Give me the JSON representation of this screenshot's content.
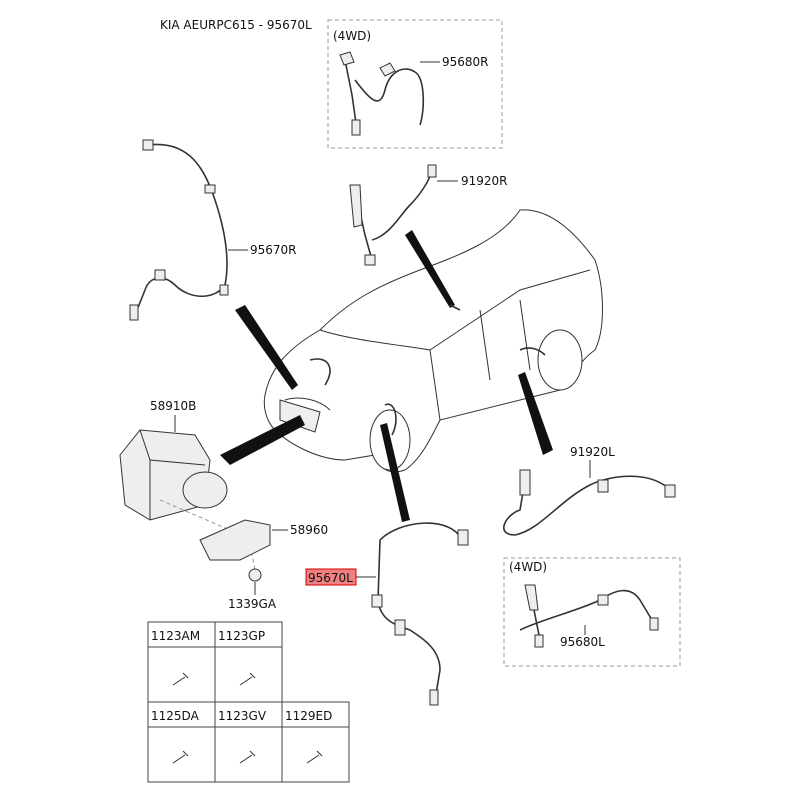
{
  "title": "KIA AEURPC615 - 95670L",
  "labels": {
    "rear_right_4wd_tag": "(4WD)",
    "p95680R": "95680R",
    "p91920R": "91920R",
    "p95670R": "95670R",
    "p58910B": "58910B",
    "p58960": "58960",
    "p1339GA": "1339GA",
    "p95670L": "95670L",
    "p91920L": "91920L",
    "rear_left_4wd_tag": "(4WD)",
    "p95680L": "95680L"
  },
  "highlighted_part": "95670L",
  "highlight_color": "#f08080",
  "fastener_table": {
    "row1": [
      "1123AM",
      "1123GP"
    ],
    "row2": [
      "1125DA",
      "1123GV",
      "1129ED"
    ]
  }
}
